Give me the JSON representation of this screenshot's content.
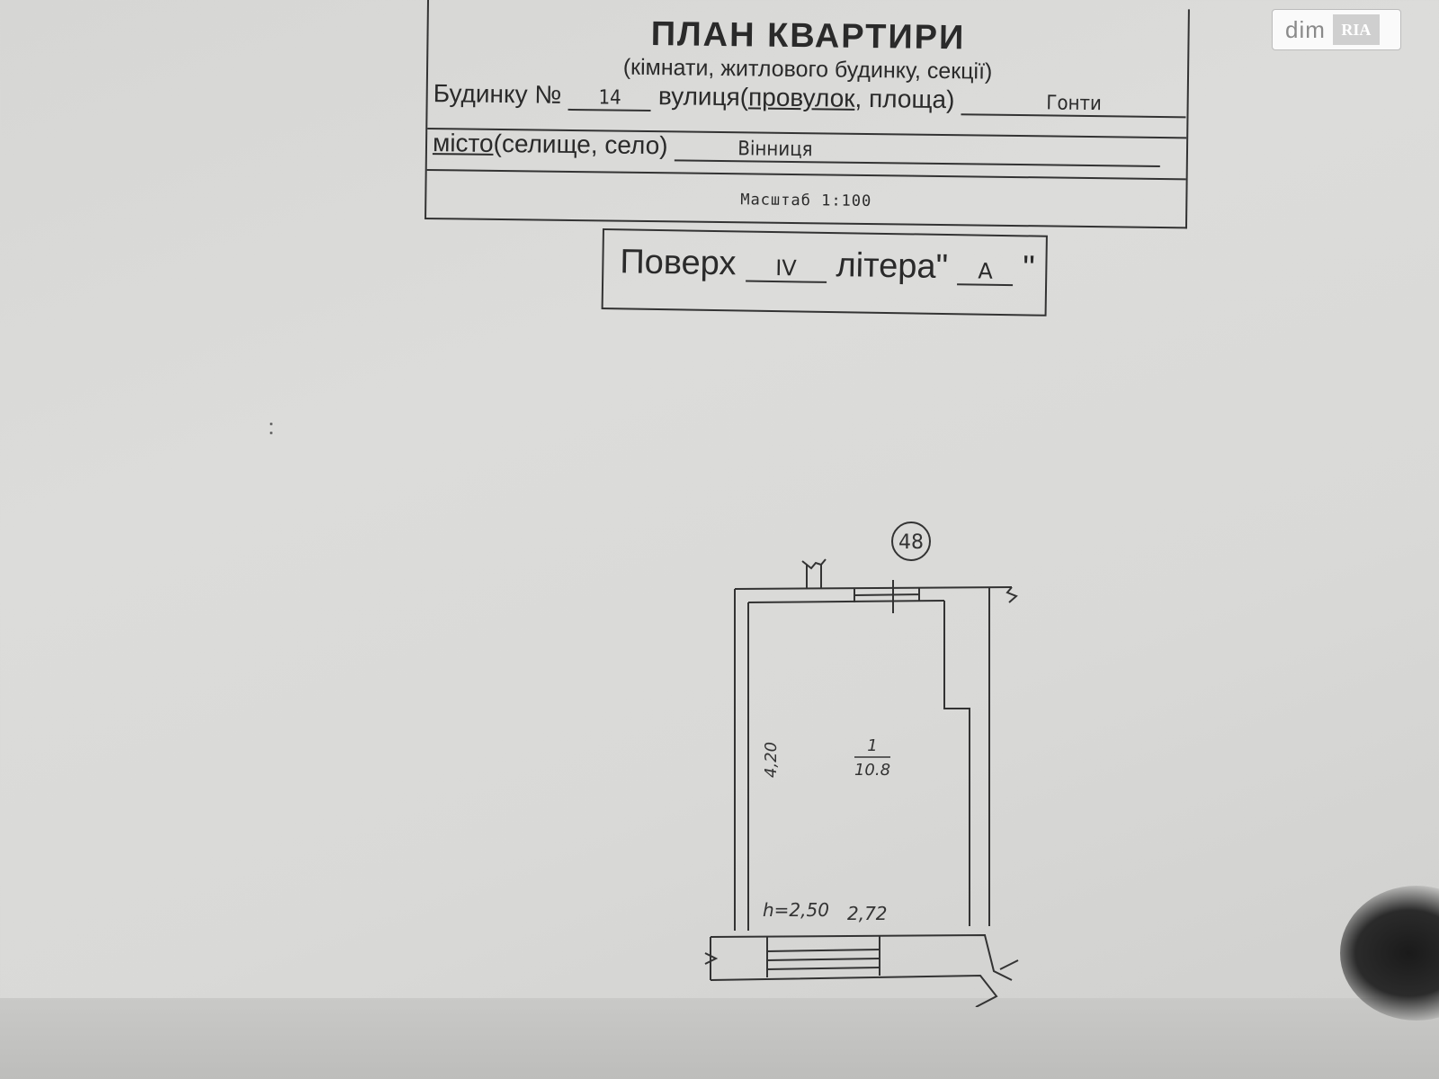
{
  "watermark": {
    "dim": "dim",
    "ria": "RIA"
  },
  "header": {
    "title": "ПЛАН КВАРТИРИ",
    "subtitle": "(кімнати, житлового будинку, секції)",
    "house_label": "Будинку №",
    "house_number": "14",
    "street_label_pre": "вулиця(",
    "street_label_lane": "провулок",
    "street_label_post": ", площа)",
    "street_value": "Гонти",
    "city_label_city": "місто",
    "city_label_rest": "(селище, село)",
    "city_value": "Вінниця",
    "scale": "Масштаб 1:100"
  },
  "floor": {
    "label": "Поверх",
    "value": "IV",
    "letter_label": "літера",
    "quote_open": "\"",
    "letter_value": "А",
    "quote_close": "\""
  },
  "plan": {
    "axis_marker": "48",
    "room_number": "1",
    "room_area": "10.8",
    "dim_length": "4,20",
    "dim_width": "2,72",
    "ceiling_height": "h=2,50"
  }
}
